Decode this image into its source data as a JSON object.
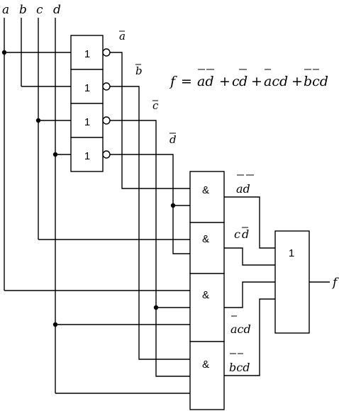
{
  "inputs": {
    "a": "a",
    "b": "b",
    "c": "c",
    "d": "d"
  },
  "gates": {
    "not_label": "1",
    "and_label": "&",
    "or_label": "1"
  },
  "inverted_outputs": {
    "a_bar": "a",
    "b_bar": "b",
    "c_bar": "c",
    "d_bar": "d"
  },
  "terms": {
    "term1": "ad",
    "term2_c": "c",
    "term2_d": "d",
    "term3": "acd",
    "term4": "bcd"
  },
  "equation": {
    "lhs": "f",
    "eq": "=",
    "t1": "ad",
    "plus1": "+",
    "t2_c": "c",
    "t2_d": "d",
    "plus2": "+",
    "t3": "acd",
    "plus3": "+",
    "t4": "bcd"
  },
  "output": {
    "label": "f"
  }
}
